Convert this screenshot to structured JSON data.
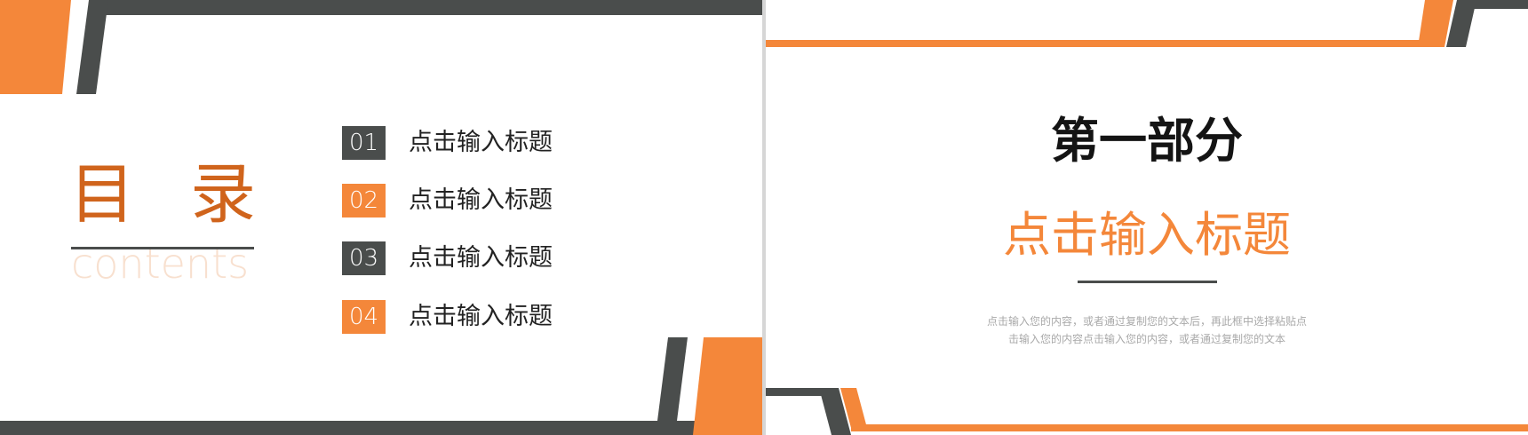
{
  "colors": {
    "orange": "#f4873a",
    "dark_orange": "#d0641c",
    "charcoal": "#4a4d4c",
    "pale_orange_text": "#f8e0cf"
  },
  "toc_slide": {
    "title_chars": [
      "目",
      "录"
    ],
    "subtitle": "contents",
    "items": [
      {
        "number": "01",
        "label": "点击输入标题",
        "badge_color": "#4a4d4c"
      },
      {
        "number": "02",
        "label": "点击输入标题",
        "badge_color": "#f4873a"
      },
      {
        "number": "03",
        "label": "点击输入标题",
        "badge_color": "#4a4d4c"
      },
      {
        "number": "04",
        "label": "点击输入标题",
        "badge_color": "#f4873a"
      }
    ]
  },
  "section_slide": {
    "heading": "第一部分",
    "title": "点击输入标题",
    "body_lines": [
      "点击输入您的内容，或者通过复制您的文本后，再此框中选择粘贴点",
      "击输入您的内容点击输入您的内容，或者通过复制您的文本"
    ]
  }
}
